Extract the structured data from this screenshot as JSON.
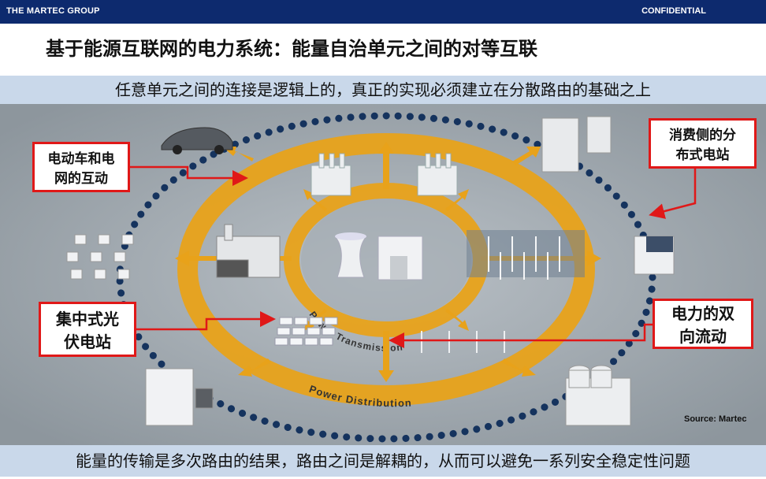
{
  "header": {
    "brand": "THE MARTEC GROUP",
    "confidential": "CONFIDENTIAL"
  },
  "title": "基于能源互联网的电力系统：能量自治单元之间的对等互联",
  "subtitle": "任意单元之间的连接是逻辑上的，真正的实现必须建立在分散路由的基础之上",
  "diagram": {
    "inner_ring_label": "Power Transmission",
    "outer_ring_label": "Power Distribution",
    "source": "Source: Martec"
  },
  "callouts": {
    "ev": "电动车和电网的互动",
    "ev_lines": [
      "电动车和电",
      "网的互动"
    ],
    "consumer": "消费侧的分布式电站",
    "consumer_lines": [
      "消费侧的分",
      "布式电站"
    ],
    "pv": "集中式光伏电站",
    "pv_lines": [
      "集中式光",
      "伏电站"
    ],
    "bidir": "电力的双向流动",
    "bidir_lines": [
      "电力的双",
      "向流动"
    ]
  },
  "footer": "能量的传输是多次路由的结果，路由之间是解耦的，从而可以避免一系列安全稳定性问题",
  "colors": {
    "header_bg": "#0d2a6e",
    "band_bg": "#c9d8ea",
    "ring": "#e8a21a",
    "callout_border": "#e01818",
    "dot": "#15335e"
  }
}
